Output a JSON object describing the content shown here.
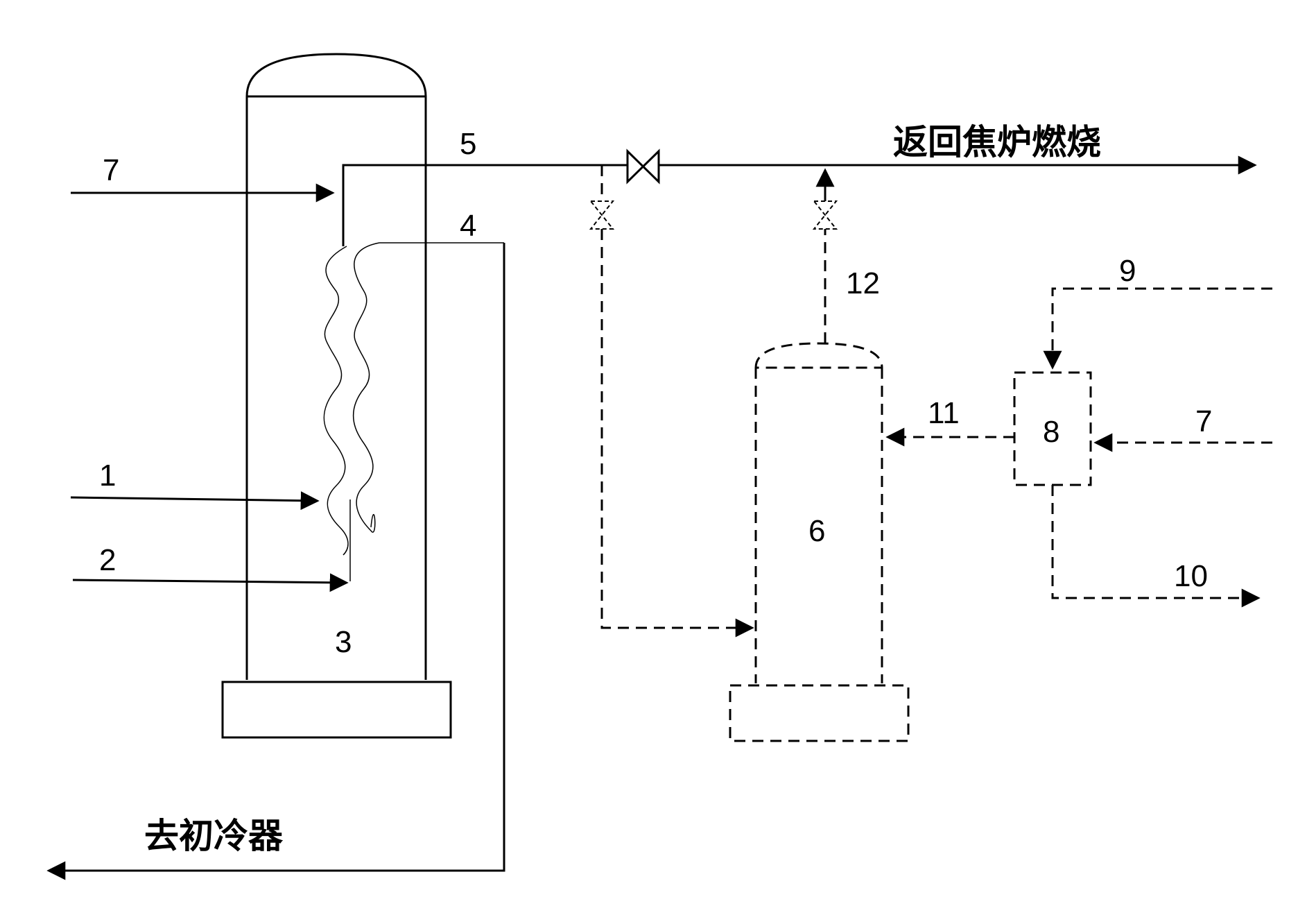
{
  "labels": {
    "n1": "1",
    "n2": "2",
    "n3": "3",
    "n4": "4",
    "n5": "5",
    "n6": "6",
    "n7_left": "7",
    "n7_right": "7",
    "n8": "8",
    "n9": "9",
    "n10": "10",
    "n11": "11",
    "n12": "12"
  },
  "text": {
    "return_to_coke_oven": "返回焦炉燃烧",
    "to_primary_cooler": "去初冷器"
  }
}
